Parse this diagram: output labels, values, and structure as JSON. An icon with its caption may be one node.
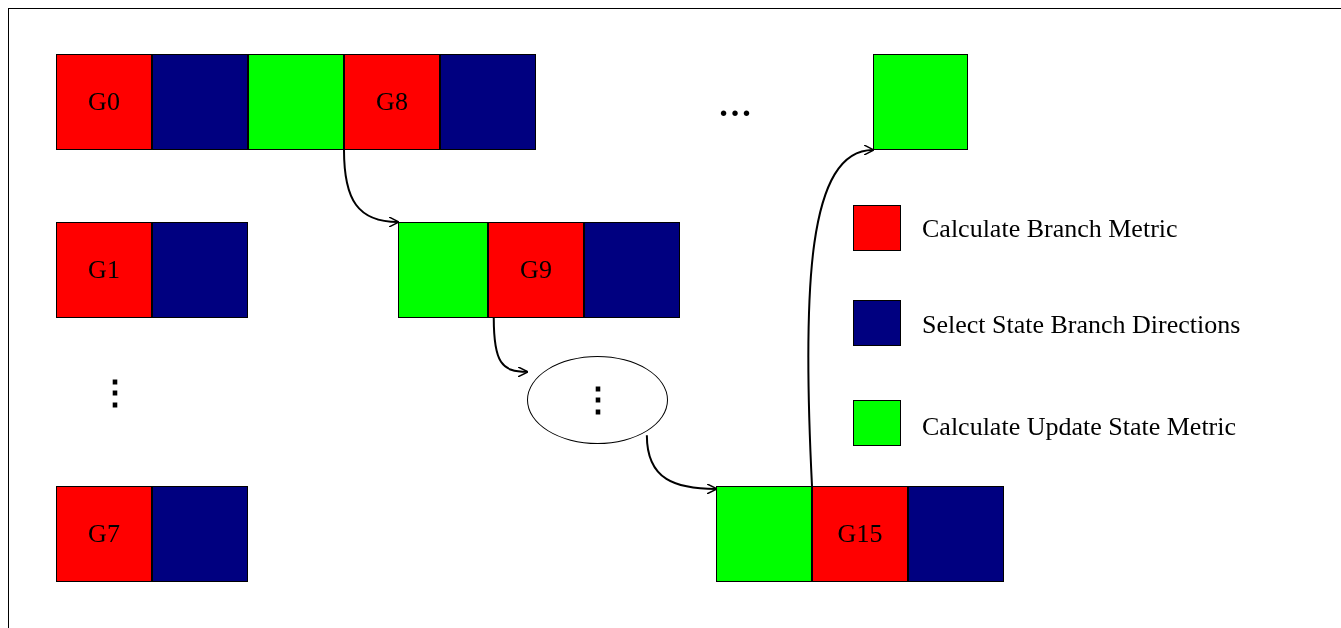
{
  "diagram": {
    "nodes": [
      {
        "text": [
          "G0"
        ]
      },
      {
        "text": [],
        "shape": "box"
      },
      {
        "text": [],
        "shape": "box"
      },
      {
        "text": [
          "G8"
        ]
      },
      {
        "text": [],
        "shape": "box"
      },
      {
        "text": [],
        "shape": "box"
      },
      {
        "text": [
          "G1"
        ]
      },
      {
        "text": [],
        "shape": "box"
      },
      {
        "text": [],
        "shape": "box"
      },
      {
        "text": [
          "G9"
        ]
      },
      {
        "text": [],
        "shape": "box"
      },
      {
        "text": [
          "⋮"
        ]
      },
      {
        "text": [
          "G7"
        ]
      },
      {
        "text": [],
        "shape": "box"
      },
      {
        "text": [],
        "shape": "box"
      },
      {
        "text": [
          "G15"
        ]
      },
      {
        "text": [],
        "shape": "box"
      }
    ],
    "edges": [
      {
        "from": 3,
        "to": 8,
        "arrow": "to"
      },
      {
        "from": 9,
        "to": 11,
        "arrow": "to"
      },
      {
        "from": 11,
        "to": 14,
        "arrow": "to"
      },
      {
        "from": 15,
        "to": 5,
        "arrow": "to"
      }
    ],
    "labels": [
      "…",
      "⋮"
    ],
    "legend": [
      {
        "text": "Calculate Branch Metric",
        "color": "#ff0000"
      },
      {
        "text": "Select State Branch Directions",
        "color": "#000080"
      },
      {
        "text": "Calculate Update State Metric",
        "color": "#00ff00"
      }
    ]
  }
}
